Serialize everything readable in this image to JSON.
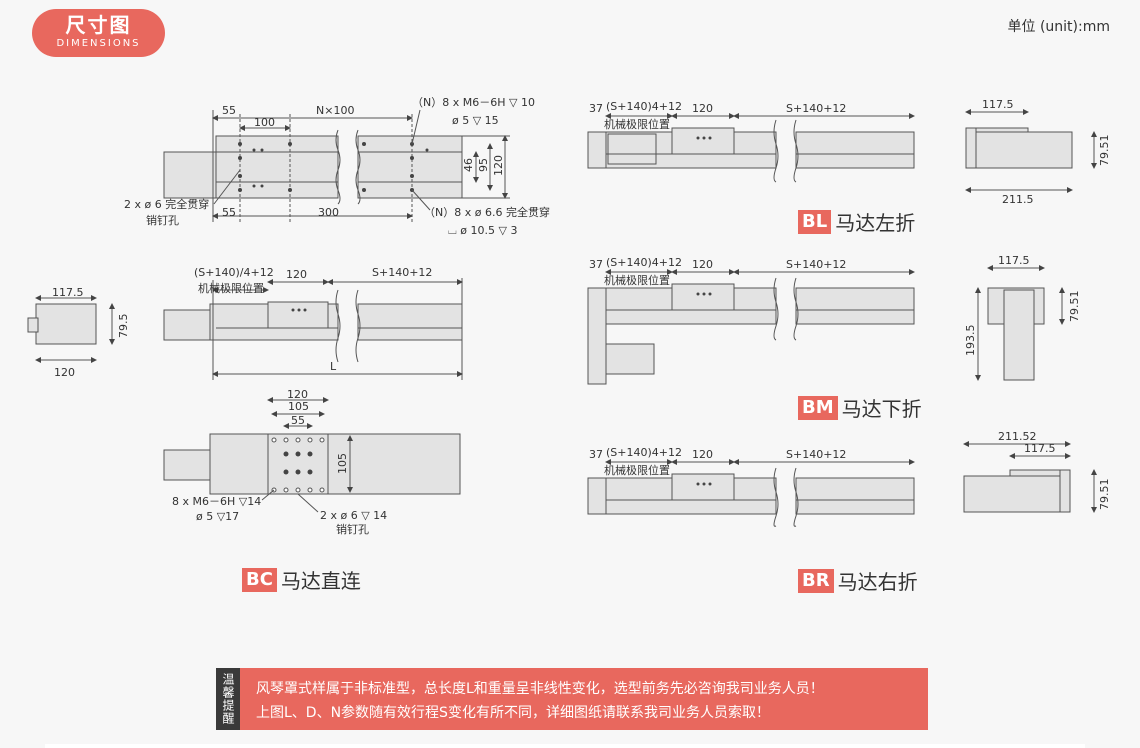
{
  "header": {
    "title": "尺寸图",
    "subtitle": "DIMENSIONS",
    "unit": "单位 (unit):mm"
  },
  "drawings": {
    "top_plan": {
      "d55": "55",
      "d100": "100",
      "dN100": "N×100",
      "hole_top_a": "（N）8 x  M6－6H ▽ 10",
      "hole_top_b": "ø 5 ▽ 15",
      "d46": "46",
      "d95": "95",
      "d120": "120",
      "hole_left_a": "2 x ø 6 完全贯穿",
      "hole_left_b": "销钉孔",
      "d55b": "55",
      "d300": "300",
      "hole_bot_a": "（N）8 x  ø 6.6 完全贯穿",
      "hole_bot_b": "⌴ ø 10.5 ▽ 3"
    },
    "bc_side": {
      "a": "(S+140)/4+12",
      "b": "机械极限位置",
      "c": "120",
      "d": "S+140+12",
      "L": "L"
    },
    "bc_end": {
      "w": "117.5",
      "h": "79.5",
      "b": "120"
    },
    "bc_bottom": {
      "d120": "120",
      "d105": "105",
      "d55": "55",
      "h105": "105",
      "l1": "8 x M6－6H ▽14",
      "l2": "ø 5 ▽17",
      "r1": "2 x ø 6 ▽ 14",
      "r2": "销钉孔"
    },
    "bl": {
      "d37": "37",
      "a": "(S+140)4+12",
      "b": "机械极限位置",
      "c": "120",
      "d": "S+140+12",
      "w": "117.5",
      "h": "79.51",
      "b2": "211.5"
    },
    "bm": {
      "d37": "37",
      "a": "(S+140)4+12",
      "b": "机械极限位置",
      "c": "120",
      "d": "S+140+12",
      "w": "117.5",
      "h1": "79.51",
      "h2": "193.5"
    },
    "br": {
      "d37": "37",
      "a": "(S+140)4+12",
      "b": "机械极限位置",
      "c": "120",
      "d": "S+140+12",
      "w1": "211.52",
      "w2": "117.5",
      "h": "79.51"
    }
  },
  "labels": {
    "bc": {
      "code": "BC",
      "text": "马达直连"
    },
    "bl": {
      "code": "BL",
      "text": "马达左折"
    },
    "bm": {
      "code": "BM",
      "text": "马达下折"
    },
    "br": {
      "code": "BR",
      "text": "马达右折"
    }
  },
  "notice": {
    "side": "温馨提醒",
    "line1": "风琴罩式样属于非标准型，总长度L和重量呈非线性变化，选型前务先必咨询我司业务人员！",
    "line2": "上图L、D、N参数随有效行程S变化有所不同，详细图纸请联系我司业务人员索取！"
  },
  "colors": {
    "accent": "#e8685e",
    "body": "#e3e3e3",
    "line": "#444444"
  }
}
